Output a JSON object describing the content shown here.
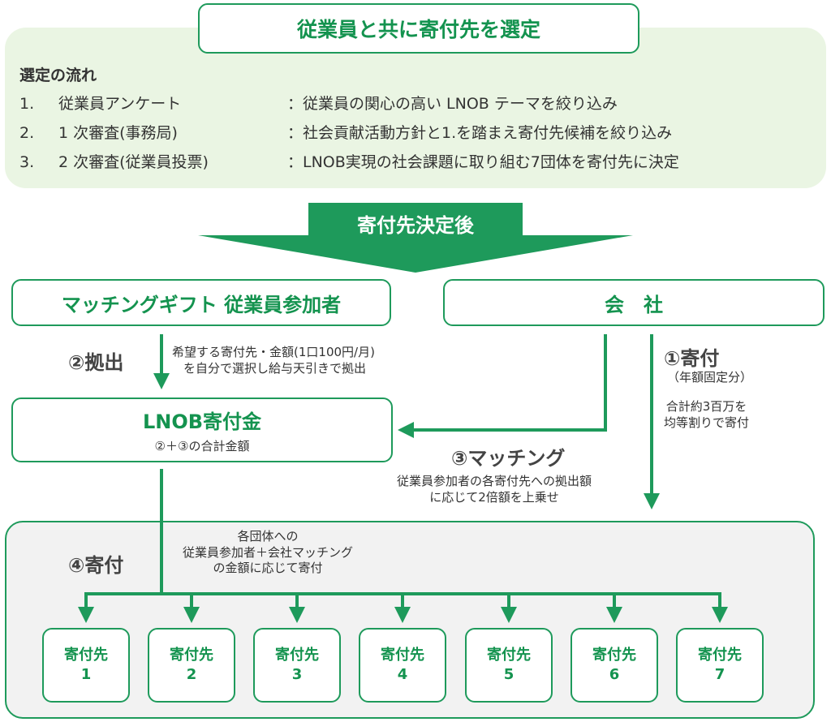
{
  "title": "従業員と共に寄付先を選定",
  "selection_flow": {
    "heading": "選定の流れ",
    "steps": [
      {
        "num": "1.",
        "label": "従業員アンケート",
        "desc": "：従業員の関心の高い LNOB テーマを絞り込み"
      },
      {
        "num": "2.",
        "label": "1 次審査(事務局)",
        "desc": "：社会貢献活動方針と1.を踏まえ寄付先候補を絞り込み"
      },
      {
        "num": "3.",
        "label": "2 次審査(従業員投票)",
        "desc": "：LNOB実現の社会課題に取り組む7団体を寄付先に決定"
      }
    ]
  },
  "banner": "寄付先決定後",
  "nodes": {
    "matching_gift": "マッチングギフト 従業員参加者",
    "company": "会　社",
    "lnob_fund": {
      "title": "LNOB寄付金",
      "sub": "②＋③の合計金額"
    }
  },
  "flows": {
    "contribution": {
      "label": "②拠出",
      "desc": [
        "希望する寄付先・金額(1口100円/月)",
        "を自分で選択し給与天引きで拠出"
      ]
    },
    "company_donation": {
      "label": "①寄付",
      "note": "（年額固定分）",
      "desc": [
        "合計約3百万を",
        "均等割りで寄付"
      ]
    },
    "matching": {
      "label": "③マッチング",
      "desc": [
        "従業員参加者の各寄付先への拠出額",
        "に応じて2倍額を上乗せ"
      ]
    },
    "donation": {
      "label": "④寄付",
      "desc": [
        "各団体への",
        "従業員参加者＋会社マッチング",
        "の金額に応じて寄付"
      ]
    }
  },
  "recipients": [
    {
      "label": "寄付先",
      "num": "1"
    },
    {
      "label": "寄付先",
      "num": "2"
    },
    {
      "label": "寄付先",
      "num": "3"
    },
    {
      "label": "寄付先",
      "num": "4"
    },
    {
      "label": "寄付先",
      "num": "5"
    },
    {
      "label": "寄付先",
      "num": "6"
    },
    {
      "label": "寄付先",
      "num": "7"
    }
  ],
  "colors": {
    "brand_green": "#1e9a5b",
    "panel_green": "#eaf5e3",
    "panel_gray": "#f2f2f2"
  }
}
